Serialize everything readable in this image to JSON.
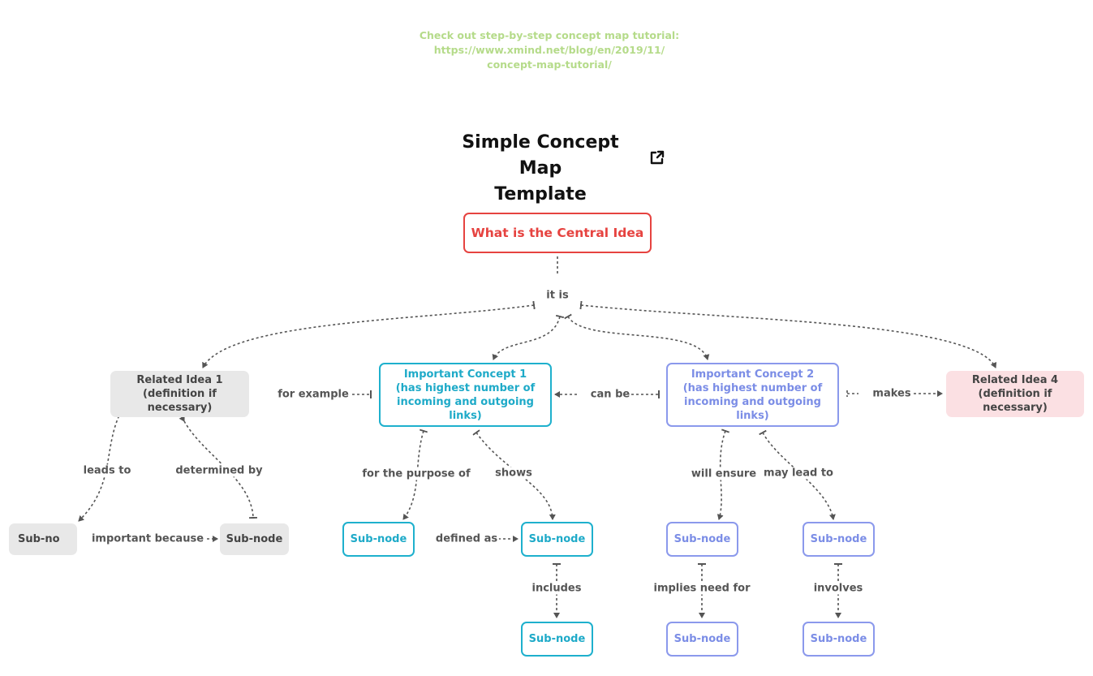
{
  "tutorial_note": {
    "line1": "Check out step-by-step concept map tutorial:",
    "line2": "https://www.xmind.net/blog/en/2019/11/",
    "line3": "concept-map-tutorial/"
  },
  "title": {
    "line1": "Simple Concept Map",
    "line2": "Template"
  },
  "central_topic": "What is the Central Idea",
  "nodes": {
    "related_idea_1": {
      "line1": "Related Idea 1",
      "line2": "(definition if necessary)"
    },
    "important_concept_1": {
      "line1": "Important Concept 1",
      "line2": "(has highest number of",
      "line3": "incoming and outgoing links)"
    },
    "important_concept_2": {
      "line1": "Important Concept 2",
      "line2": "(has highest number of",
      "line3": "incoming and outgoing links)"
    },
    "related_idea_4": {
      "line1": "Related Idea 4",
      "line2": "(definition if necessary)"
    },
    "sub_node_a": "Sub-no",
    "sub_node_b": "Sub-node",
    "sub_node_c": "Sub-node",
    "sub_node_d": "Sub-node",
    "sub_node_e": "Sub-node",
    "sub_node_f": "Sub-node",
    "sub_node_g": "Sub-node",
    "sub_node_h": "Sub-node",
    "sub_node_i": "Sub-node"
  },
  "link_labels": {
    "it_is": "it is",
    "for_example": "for example",
    "can_be": "can be",
    "makes": "makes",
    "leads_to": "leads to",
    "determined_by": "determined by",
    "important_because": "important because",
    "for_the_purpose_of": "for the purpose of",
    "shows": "shows",
    "defined_as": "defined as",
    "includes": "includes",
    "will_ensure": "will ensure",
    "may_lead_to": "may lead to",
    "implies_need_for": "implies need for",
    "involves": "involves"
  },
  "icons": {
    "title_link": "external-link-icon"
  },
  "colors": {
    "central": "#e64340",
    "concept_1": "#1eb0cd",
    "concept_2": "#8b99ec",
    "related_1_fill": "#e8e8e8",
    "related_4_fill": "#fbe0e3",
    "connector": "#555555",
    "tutorial_note": "#b5db8a"
  }
}
